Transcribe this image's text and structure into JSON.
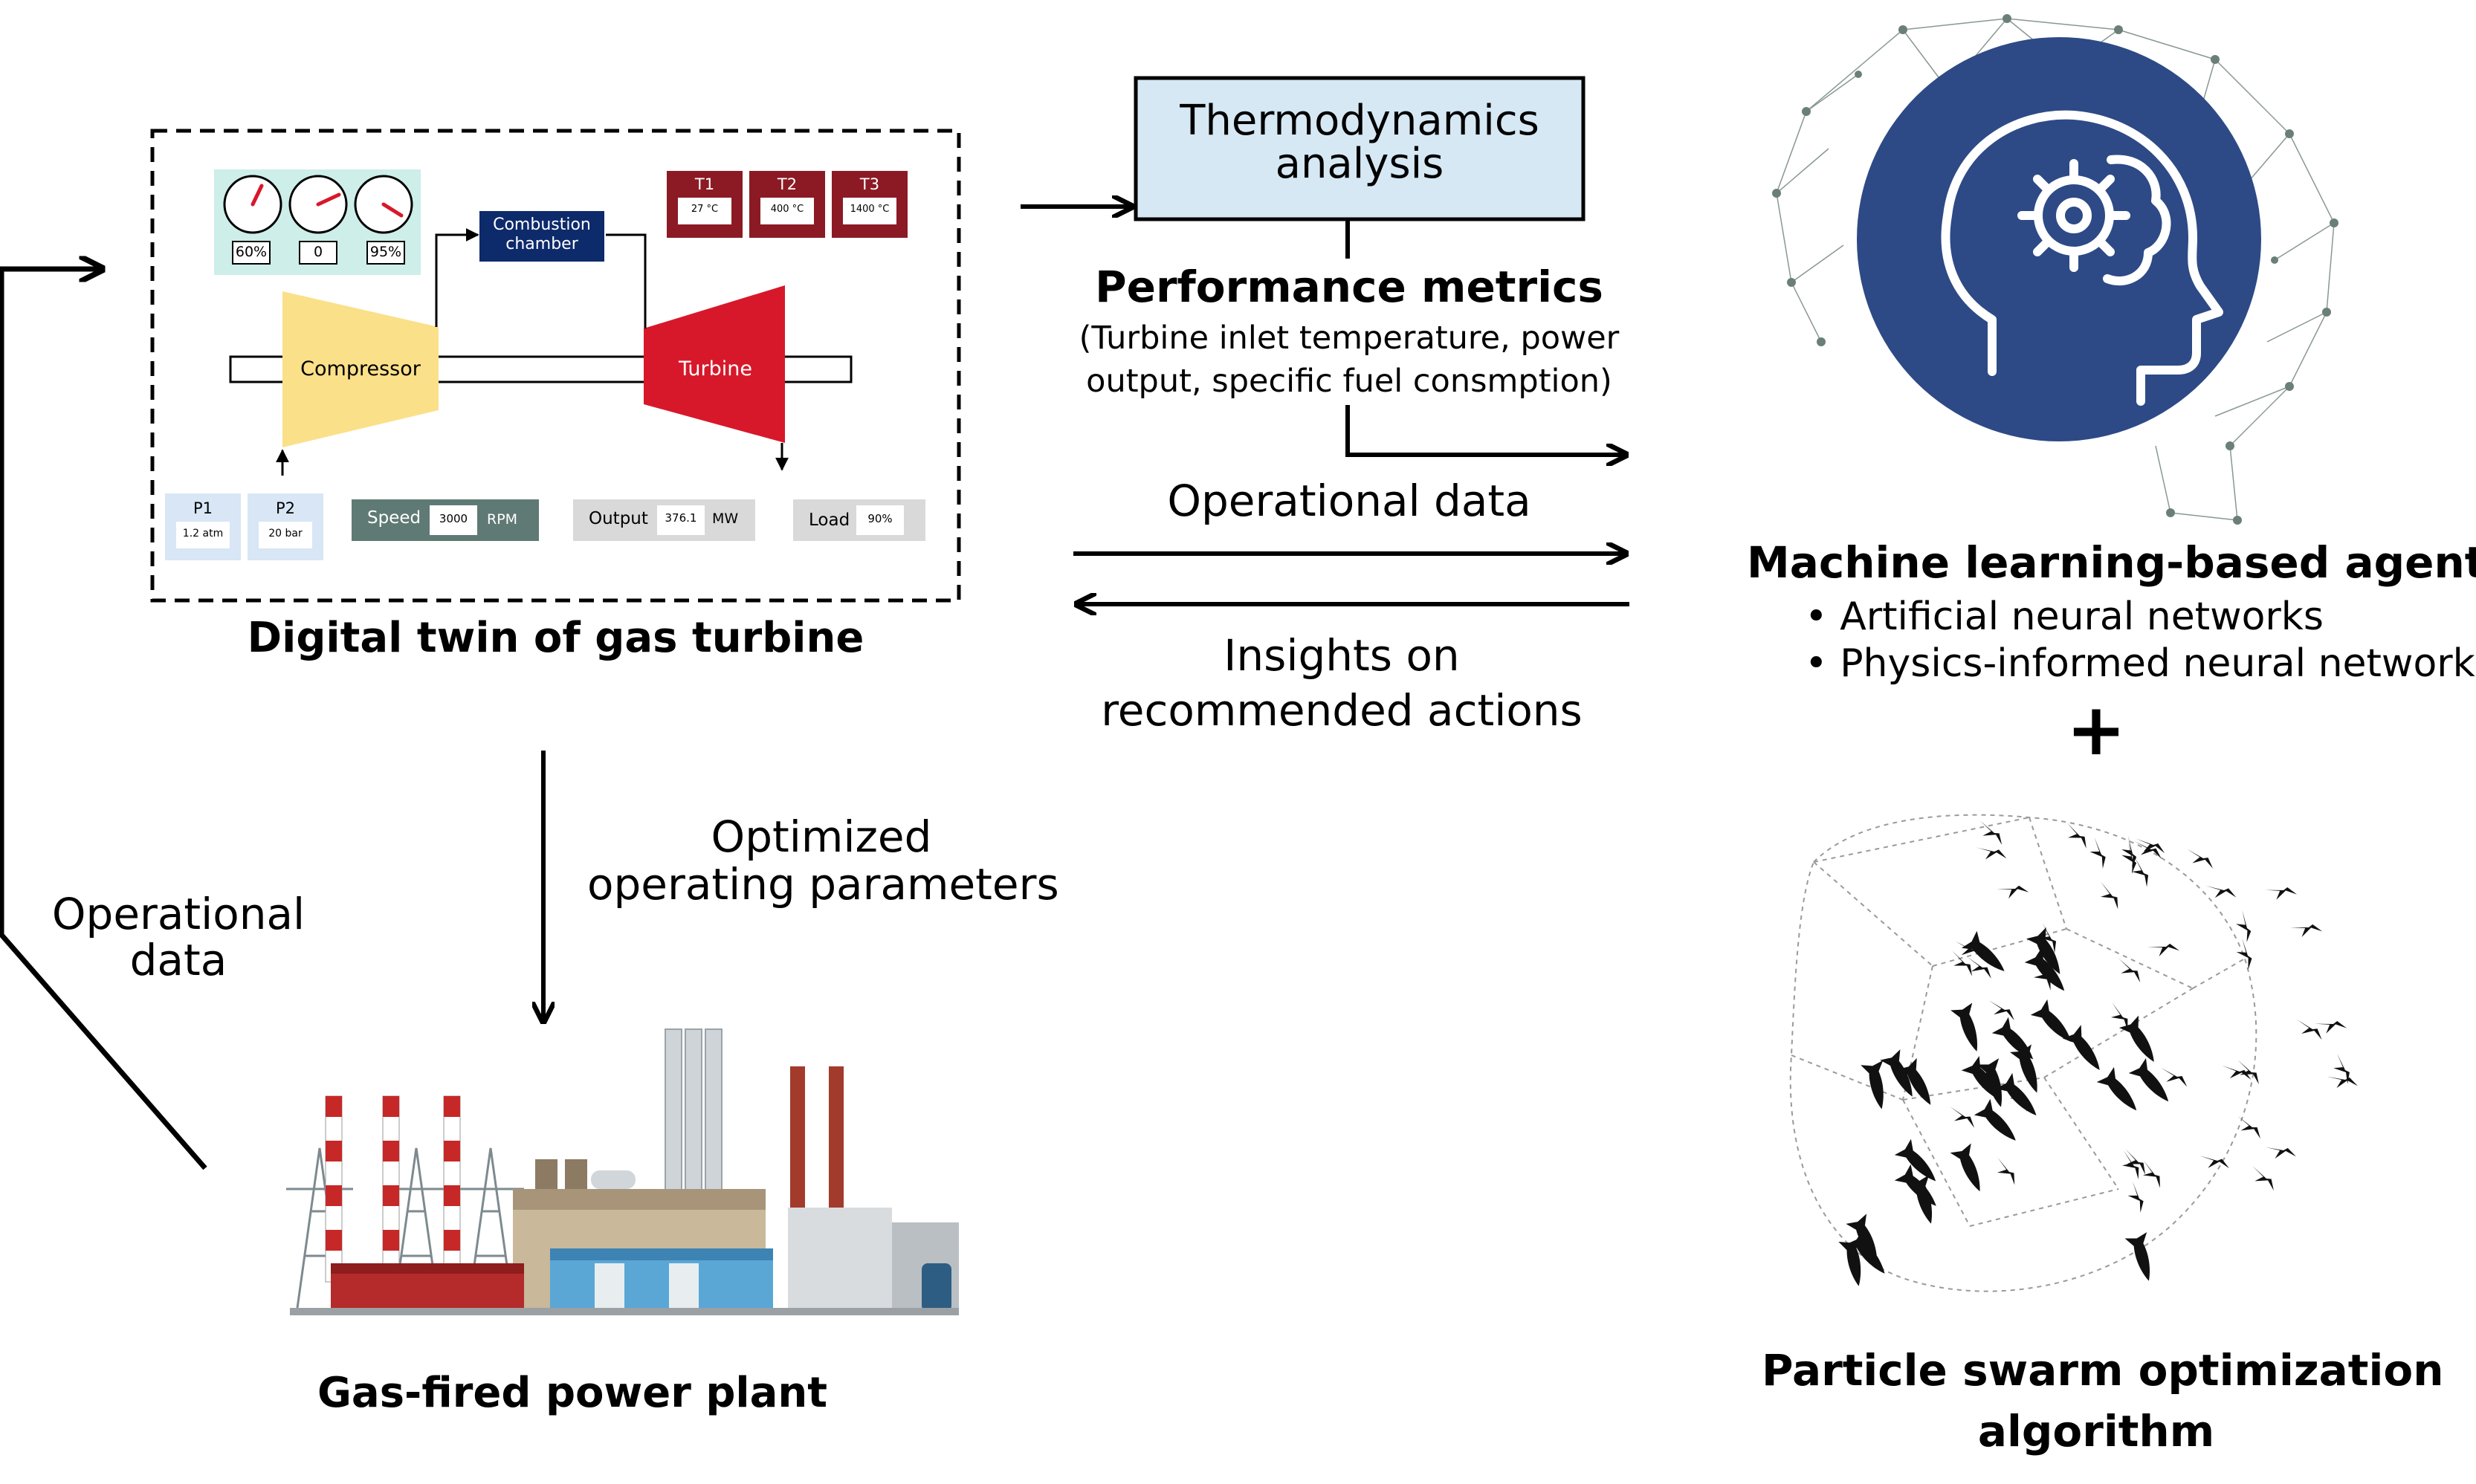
{
  "digital_twin": {
    "title": "Digital twin of gas turbine",
    "gauges": {
      "readouts": [
        "60%",
        "0",
        "95%"
      ]
    },
    "compressor_label": "Compressor",
    "combustion_label_line1": "Combustion",
    "combustion_label_line2": "chamber",
    "turbine_label": "Turbine",
    "temps": [
      {
        "name": "T1",
        "value": "27 °C"
      },
      {
        "name": "T2",
        "value": "400 °C"
      },
      {
        "name": "T3",
        "value": "1400 °C"
      }
    ],
    "pressures": [
      {
        "name": "P1",
        "value": "1.2 atm"
      },
      {
        "name": "P2",
        "value": "20 bar"
      }
    ],
    "speed": {
      "label": "Speed",
      "value": "3000",
      "unit": "RPM"
    },
    "output": {
      "label": "Output",
      "value": "376.1",
      "unit": "MW"
    },
    "load": {
      "label": "Load",
      "value": "90%"
    }
  },
  "thermo": {
    "line1": "Thermodynamics",
    "line2": "analysis"
  },
  "performance": {
    "title": "Performance metrics",
    "line1": "(Turbine inlet temperature, power",
    "line2": "output, specific fuel consmption)"
  },
  "operational_data_mid": "Operational data",
  "insights": {
    "line1": "Insights on",
    "line2": "recommended actions"
  },
  "optimized": {
    "line1": "Optimized",
    "line2": "operating parameters"
  },
  "operational_data_left": {
    "line1": "Operational",
    "line2": "data"
  },
  "plant_label": "Gas-fired power plant",
  "ml_agent": {
    "title": "Machine learning-based agent",
    "bullets": [
      "Artificial neural networks",
      "Physics-informed neural networks"
    ]
  },
  "plus": "+",
  "pso": {
    "line1": "Particle swarm optimization",
    "line2": "algorithm"
  },
  "colors": {
    "compressor": "#fbe08a",
    "turbine": "#d7182a",
    "combustion": "#0d2a6b",
    "temp_box": "#8b1a24",
    "gauge_panel": "#cdeee9",
    "pressure_box": "#d8e6f5",
    "speed_box": "#5f7a74",
    "output_box": "#d9d9d9",
    "thermo_box": "#d6e8f3",
    "head_circle": "#2d4a86"
  },
  "icons": [
    "brain-gear-head-icon",
    "bird-swarm-icon",
    "power-plant-icon",
    "pressure-gauge-icon"
  ]
}
